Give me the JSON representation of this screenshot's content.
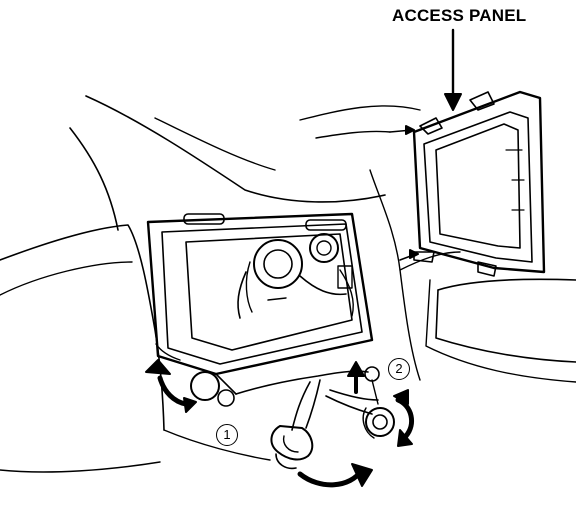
{
  "labels": {
    "access_panel": "ACCESS PANEL",
    "step_1": "1",
    "step_2": "2"
  },
  "colors": {
    "ink": "#000000",
    "paper": "#ffffff"
  },
  "icons": {
    "arrow_callout": "down-arrow-icon",
    "push_direction": "curved-arrow-icon",
    "lift_direction": "up-arrow-icon",
    "rotate_direction": "rotate-arrow-icon"
  }
}
